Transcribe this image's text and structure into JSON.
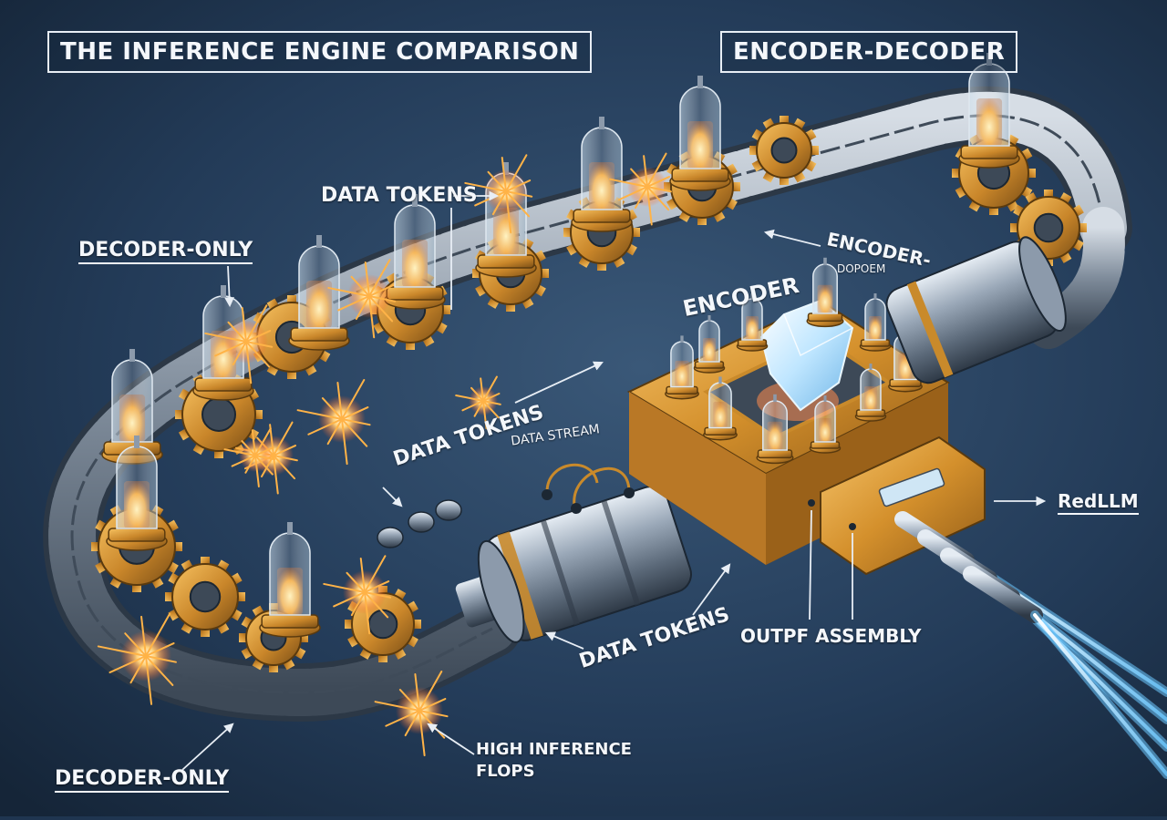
{
  "titles": {
    "main": "THE INFERENCE ENGINE COMPARISON",
    "encoder_decoder": "ENCODER-DECODER"
  },
  "labels": {
    "data_tokens_top": "DATA TOKENS",
    "decoder_only_top": "DECODER-ONLY",
    "encoder_dopoem_1": "ENCODER-",
    "encoder_dopoem_2": "DOPOEM",
    "encoder": "ENCODER",
    "data_tokens_mid": "DATA TOKENS",
    "data_stream": "DATA STREAM",
    "redllm": "RedLLM",
    "data_tokens_low": "DATA TOKENS",
    "output_assembly": "OUTPF ASSEMBLY",
    "decoder_only_bottom": "DECODER-ONLY",
    "high_inference_1": "HIGH INFERENCE",
    "high_inference_2": "FLOPS"
  },
  "colors": {
    "background": "#1f3550",
    "chain_metal": "#8a97a6",
    "gear_brass": "#c98a2b",
    "tube_glow": "#f2b14a",
    "spark": "#ff7a2e",
    "encoder_block": "#d9962e",
    "crystal": "#bfe6ff",
    "beam": "#8fd8ff"
  }
}
